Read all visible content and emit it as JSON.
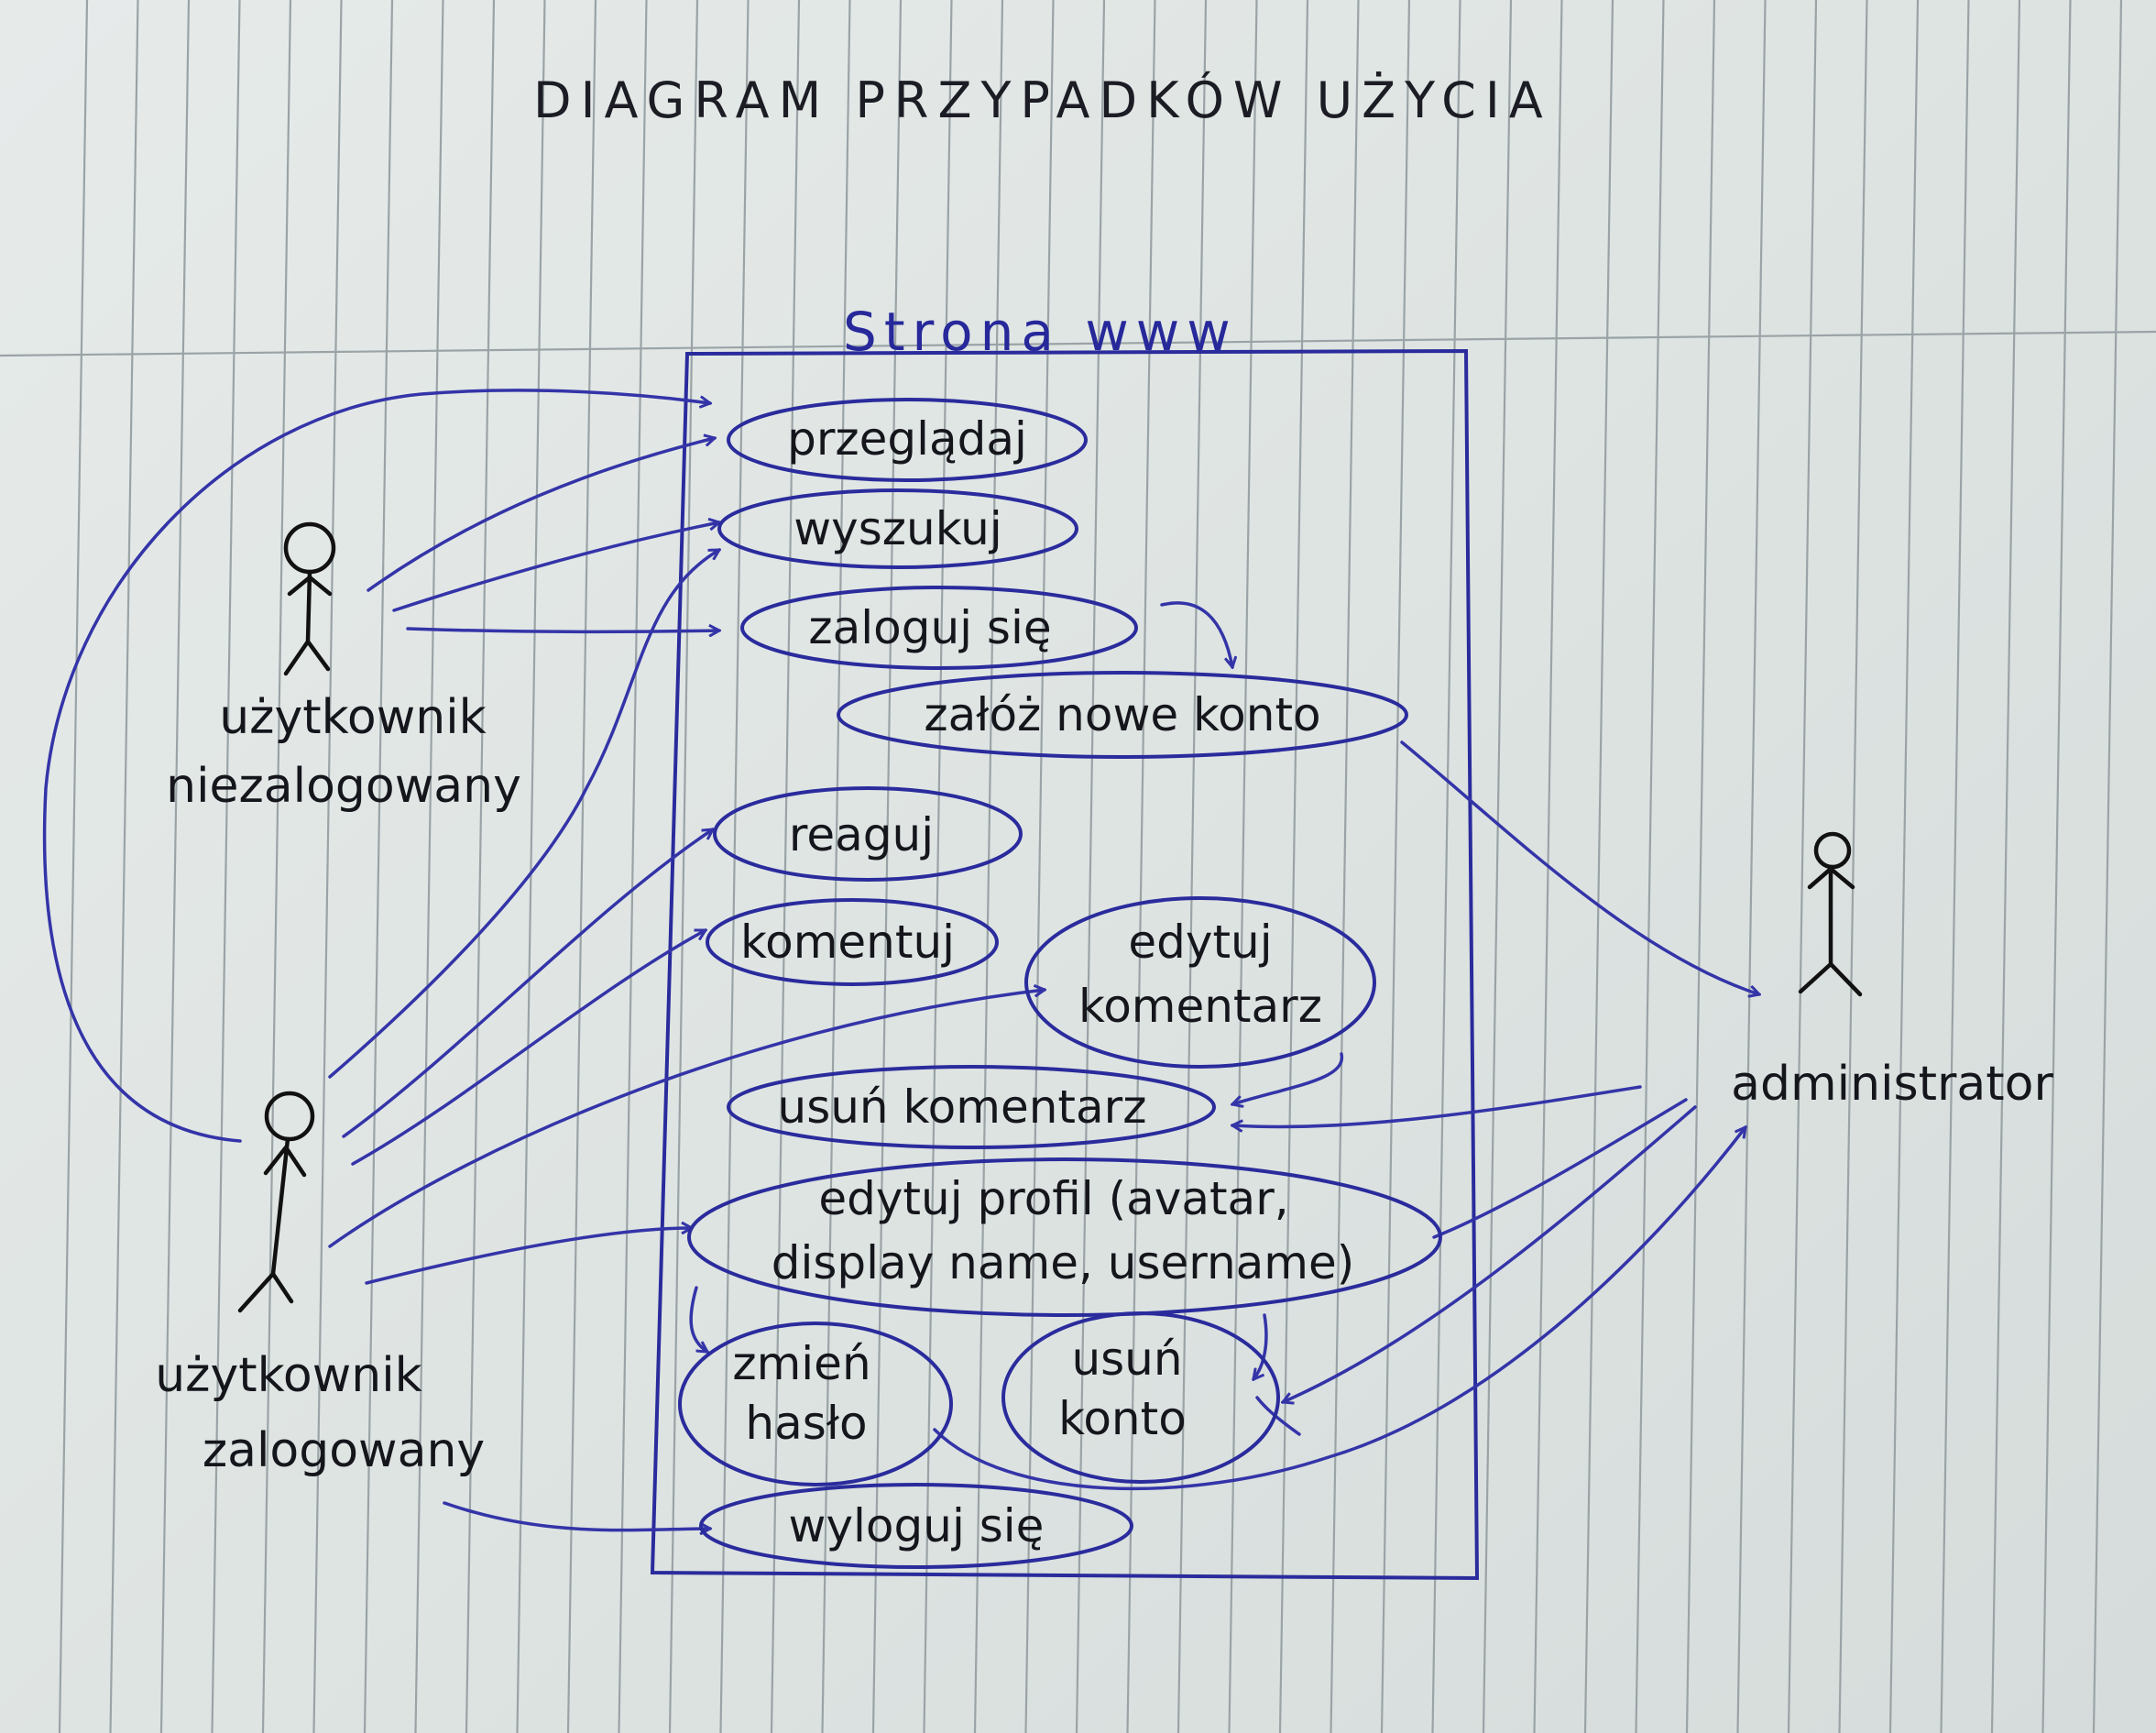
{
  "title": "DIAGRAM PRZYPADKÓW UŻYCIA",
  "system": {
    "label": "Strona www"
  },
  "actors": {
    "guest": [
      "użytkownik",
      "niezalogowany"
    ],
    "user": [
      "użytkownik",
      "zalogowany"
    ],
    "admin": [
      "administrator"
    ]
  },
  "use_cases": {
    "browse": [
      "przeglądaj"
    ],
    "search": [
      "wyszukuj"
    ],
    "login": [
      "zaloguj się"
    ],
    "register": [
      "załóż nowe konto"
    ],
    "react": [
      "reaguj"
    ],
    "comment": [
      "komentuj"
    ],
    "edit_comment": [
      "edytuj",
      "komentarz"
    ],
    "delete_comment": [
      "usuń komentarz"
    ],
    "edit_profile": [
      "edytuj profil (avatar,",
      "display name, username)"
    ],
    "change_password": [
      "zmień",
      "hasło"
    ],
    "delete_account": [
      "usuń",
      "konto"
    ],
    "logout": [
      "wyloguj się"
    ]
  },
  "colors": {
    "ink": "#2a2b9c",
    "pencil": "#15151c",
    "paper": "#e2e7e6"
  }
}
